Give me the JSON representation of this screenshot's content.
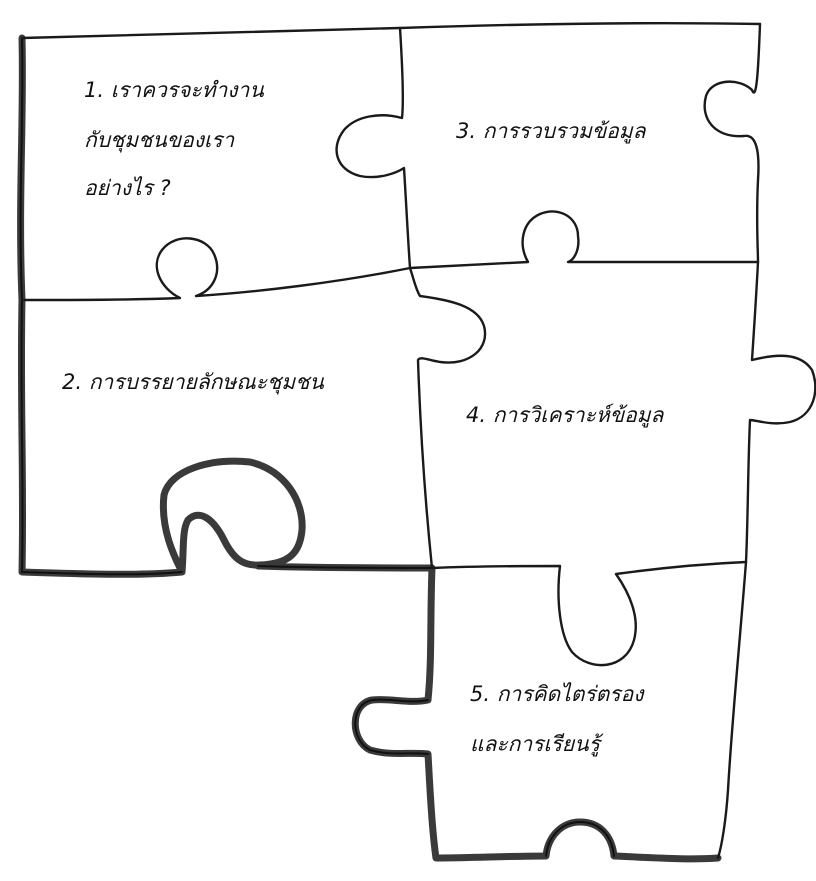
{
  "pieces": [
    {
      "lines": [
        "1. เราควรจะทำงาน",
        "กับชุมชนของเรา",
        "อย่างไร ?"
      ]
    },
    {
      "lines": [
        "2. การบรรยายลักษณะชุมชน"
      ]
    },
    {
      "lines": [
        "3. การรวบรวมข้อมูล"
      ]
    },
    {
      "lines": [
        "4. การวิเคราะห์ข้อมูล"
      ]
    },
    {
      "lines": [
        "5. การคิดไตร่ตรอง",
        "และการเรียนรู้"
      ]
    }
  ],
  "colors": {
    "line": "#1a1a1a",
    "border": "#3a3a3a",
    "background": "#ffffff"
  }
}
